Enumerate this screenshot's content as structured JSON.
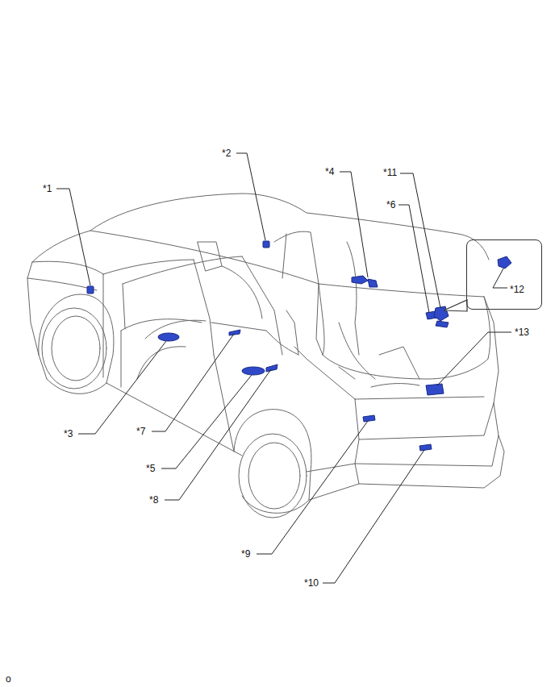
{
  "diagram": {
    "nodes": [
      {
        "text": [
          "*12"
        ]
      }
    ],
    "labels": [
      "*1",
      "*2",
      "*4",
      "*11",
      "*6",
      "*13",
      "*3",
      "*7",
      "*5",
      "*8",
      "*9",
      "*10",
      "o"
    ]
  }
}
